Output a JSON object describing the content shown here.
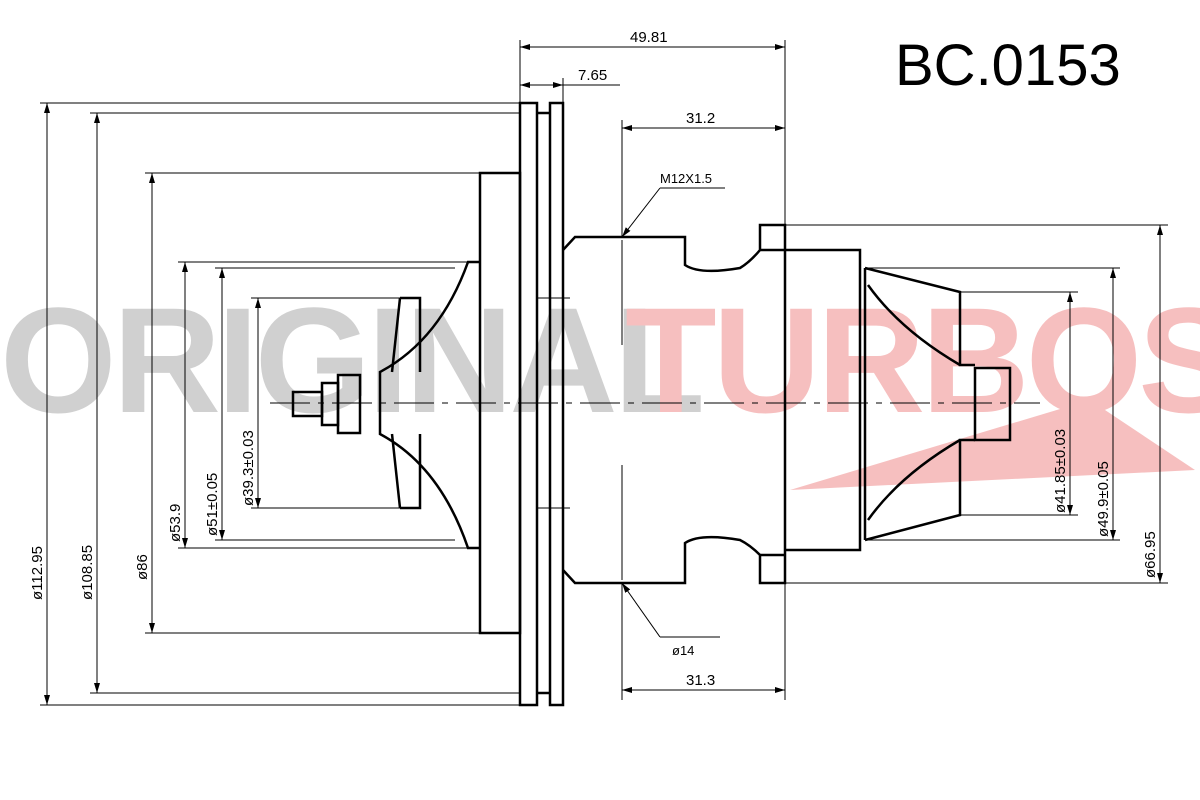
{
  "title": "BC.0153",
  "watermark": {
    "left": "ORIGINAL",
    "right": "TURBOS",
    "left_color": "#c8c8c8",
    "right_color": "#f5b5b5"
  },
  "dimensions": {
    "total_length": "49.81",
    "plate_width": "7.65",
    "top_shaft": "31.2",
    "bottom_shaft": "31.3",
    "thread": "M12X1.5",
    "shaft_dia": "ø14",
    "d_112": "ø112.95",
    "d_108": "ø108.85",
    "d_86": "ø86",
    "d_53": "ø53.9",
    "d_51": "ø51±0.05",
    "d_39": "ø39.3±0.03",
    "d_41": "ø41.85±0.03",
    "d_49": "ø49.9±0.05",
    "d_66": "ø66.95"
  }
}
